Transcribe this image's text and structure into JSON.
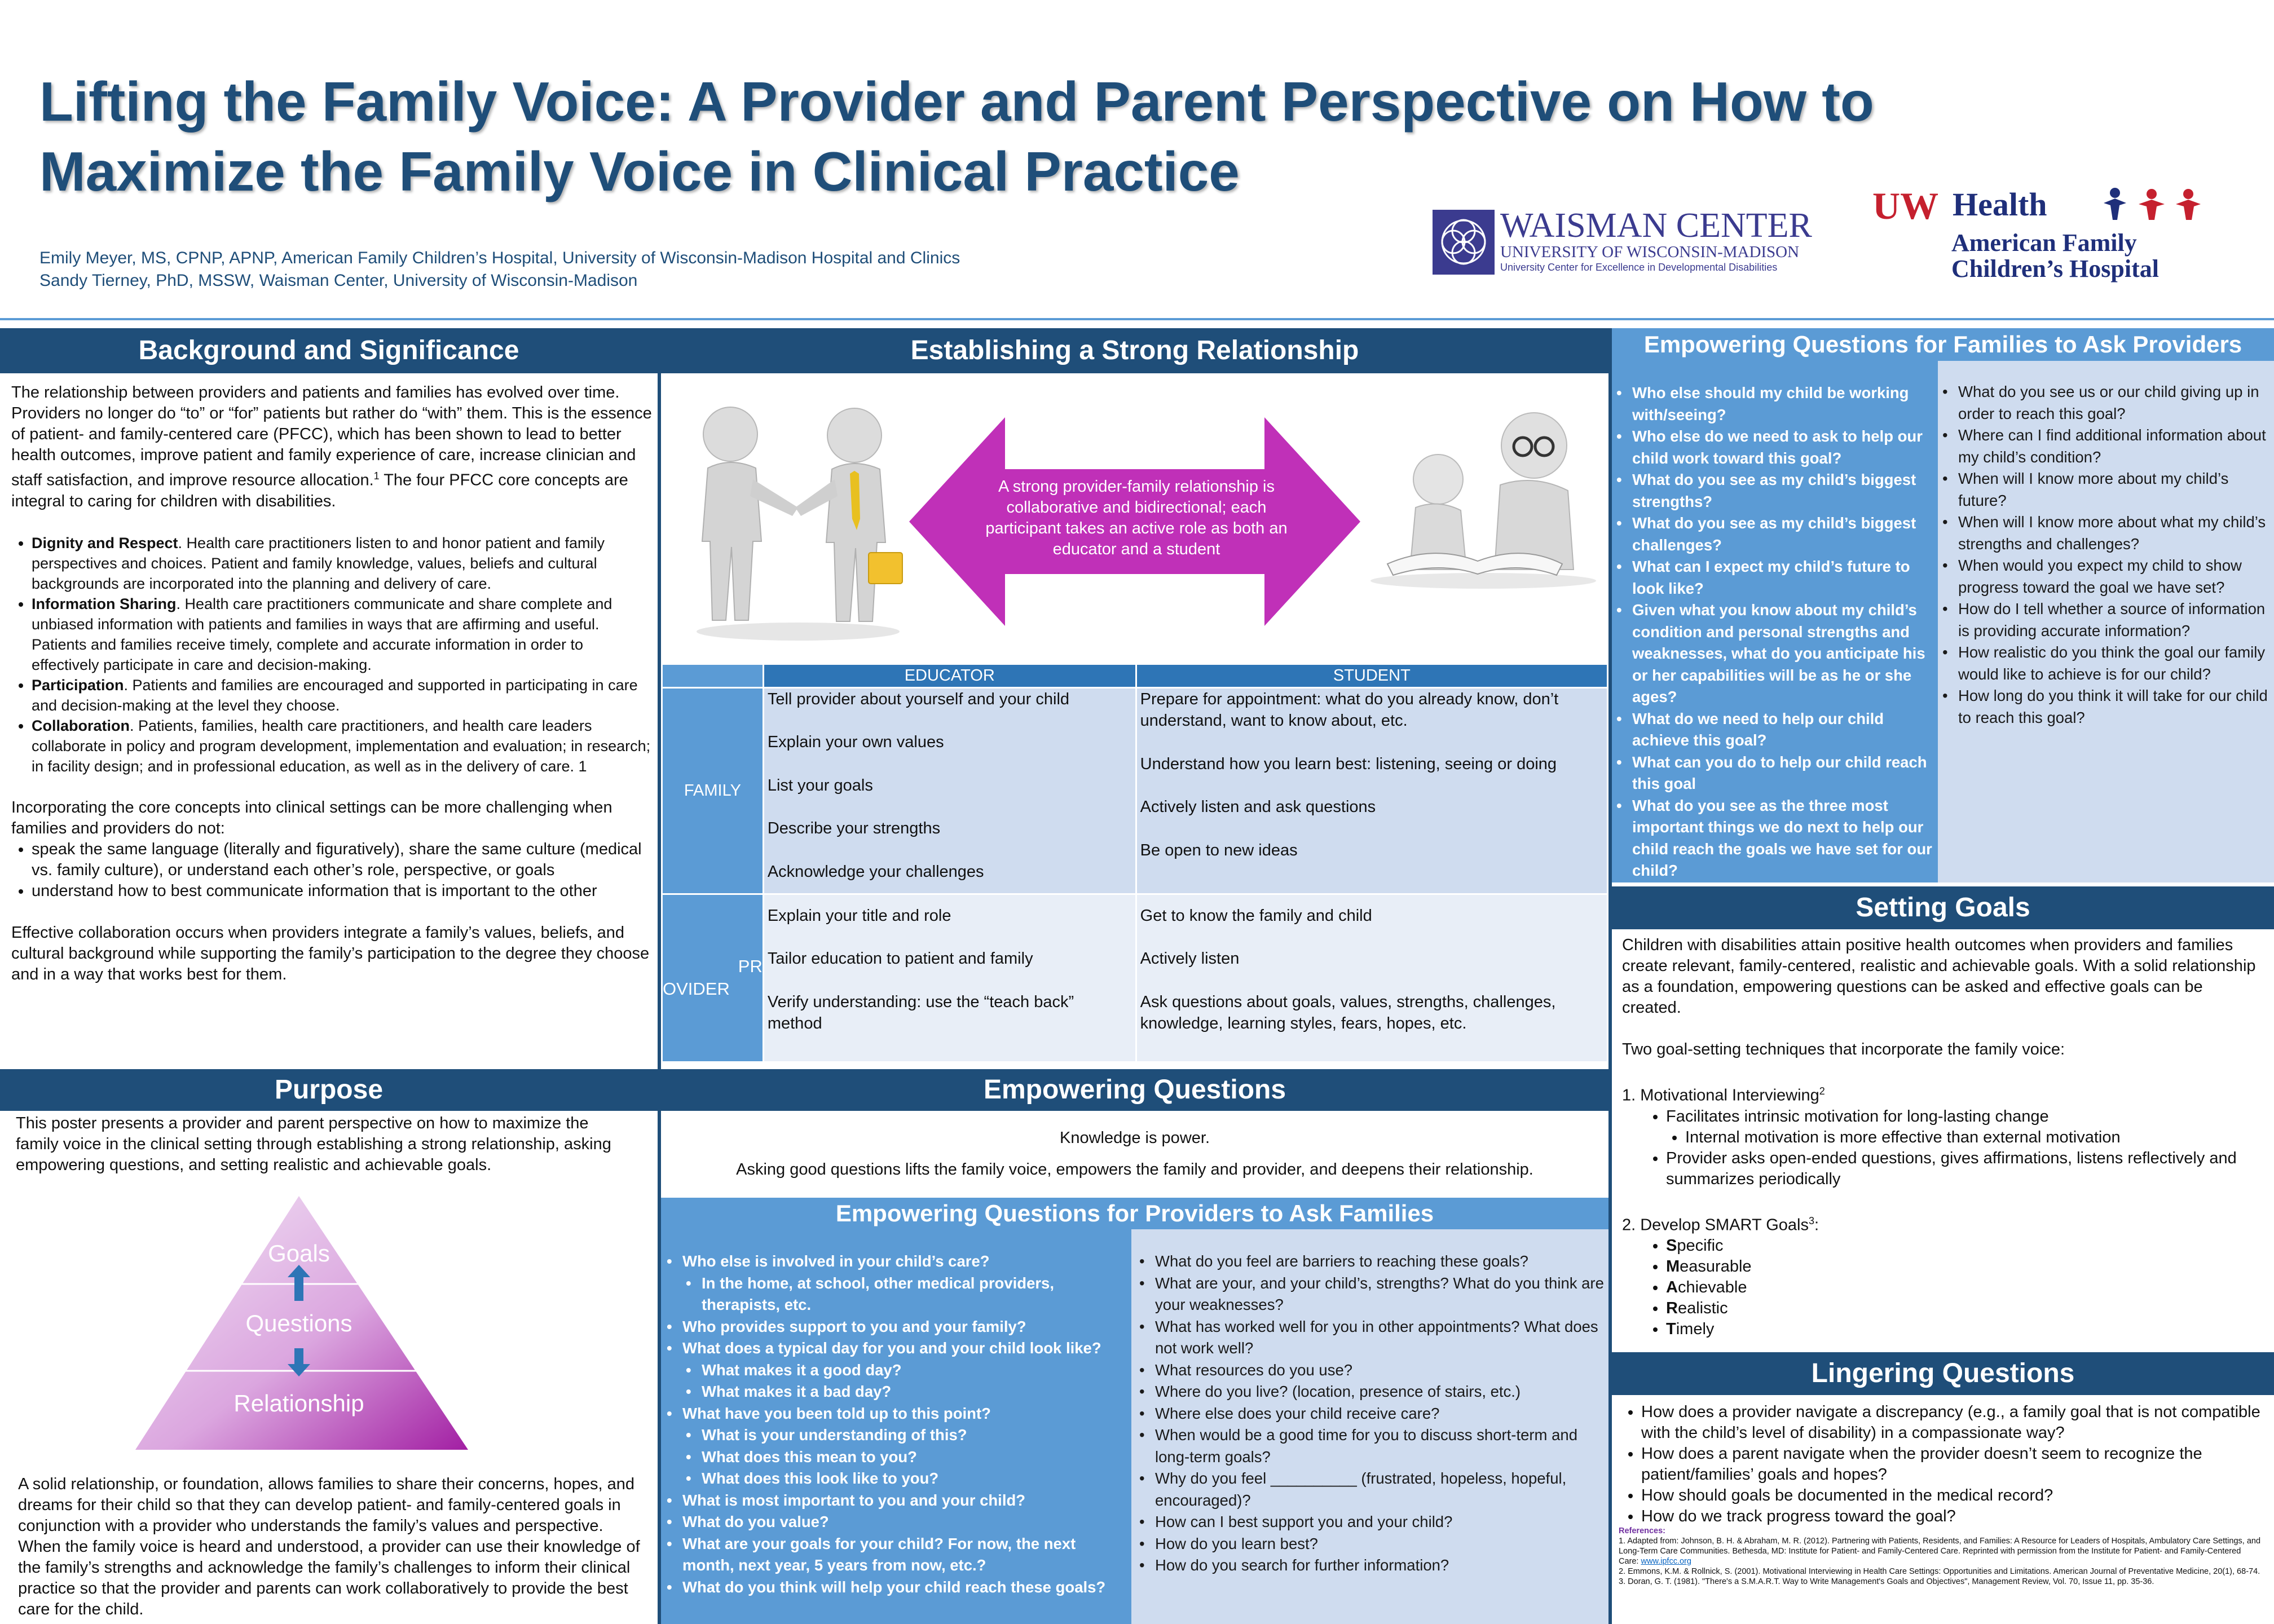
{
  "header": {
    "title_line1": "Lifting the Family Voice:  A Provider and Parent Perspective on How to",
    "title_line2": "Maximize the Family Voice in Clinical Practice",
    "author1": "Emily Meyer, MS, CPNP, APNP, American Family Children’s Hospital, University of Wisconsin-Madison Hospital and Clinics",
    "author2": "Sandy Tierney, PhD, MSSW, Waisman Center, University of Wisconsin-Madison"
  },
  "logos": {
    "waisman_main": "WAISMAN CENTER",
    "waisman_sub": "UNIVERSITY OF WISCONSIN-MADISON",
    "waisman_tag": "University Center for Excellence in Developmental Disabilities",
    "uw": "UW",
    "health": "Health",
    "afch1": "American Family",
    "afch2": "Children’s Hospital"
  },
  "background": {
    "heading": "Background and Significance",
    "intro": "The relationship between providers and patients and families has evolved over time. Providers no longer do “to” or “for” patients but rather do “with” them. This is the essence of patient- and family-centered care (PFCC), which has been shown to lead to better health outcomes, improve patient and family experience of care, increase clinician and staff satisfaction, and improve resource allocation.",
    "intro_sup": "1",
    "intro_end": " The four PFCC core concepts are integral to caring for children with disabilities.",
    "concepts": [
      {
        "term": "Dignity and Respect",
        "text": ". Health care practitioners listen to and honor patient and family perspectives and choices. Patient and family knowledge, values, beliefs and cultural backgrounds are incorporated into the planning and delivery of care."
      },
      {
        "term": "Information Sharing",
        "text": ". Health care practitioners communicate and share complete and unbiased information with patients and families in ways that are affirming and useful. Patients and families receive timely, complete and accurate information in order to effectively participate in care and decision-making."
      },
      {
        "term": "Participation",
        "text": ". Patients and families are encouraged and supported in participating in care and decision-making at the level they choose."
      },
      {
        "term": "Collaboration",
        "text": ". Patients, families, health care practitioners, and health care leaders collaborate in policy and program development, implementation and evaluation; in research; in facility design; and in professional education, as well as in the delivery of care. 1"
      }
    ],
    "challenge": "Incorporating the core concepts into clinical settings can be more challenging when families and providers do not:",
    "challenges": [
      "speak the same language (literally and figuratively), share the same culture (medical vs. family culture), or understand each other’s role, perspective, or goals",
      "understand how to best communicate information that is important to the other"
    ],
    "closing": "Effective collaboration occurs when providers integrate a family’s values, beliefs, and cultural background while supporting the family’s participation to the degree they choose and in a way that works best for them."
  },
  "purpose": {
    "heading": "Purpose",
    "text": "This poster presents a provider and parent perspective on how to maximize the family voice in the clinical setting through establishing a strong relationship, asking empowering questions, and setting realistic and achievable goals.",
    "pyramid": [
      "Goals",
      "Questions",
      "Relationship"
    ],
    "text2": "A solid relationship, or foundation, allows families to share their concerns, hopes, and dreams for their child so that they can develop patient- and family-centered goals in conjunction with a provider who understands the family’s values and perspective. When the family voice is heard and understood, a provider can use their knowledge of the family’s strengths and acknowledge the family’s challenges to inform their clinical practice so that the provider and parents can work collaboratively to provide the best care for the child."
  },
  "relationship": {
    "heading": "Establishing a  Strong Relationship",
    "arrow": "A strong provider-family relationship is collaborative and bidirectional; each participant takes an active role as both an educator and a student",
    "col_educator": "EDUCATOR",
    "col_student": "STUDENT",
    "row_family": "FAMILY",
    "row_provider_a": "PR",
    "row_provider_b": "OVIDER",
    "family_educator": [
      "Tell provider about yourself and your child",
      "Explain your own values",
      "List your goals",
      "Describe your strengths",
      "Acknowledge your challenges"
    ],
    "family_student": [
      "Prepare for appointment: what do you already know, don’t understand, want to know about, etc.",
      "Understand how you learn best: listening, seeing or doing",
      "Actively listen and ask questions",
      "Be open to new ideas"
    ],
    "provider_educator": [
      "Explain your title and role",
      "Tailor education to patient and family",
      "Verify understanding: use the “teach back” method"
    ],
    "provider_student": [
      "Get to know the family and child",
      "Actively listen",
      "Ask questions about goals, values, strengths, challenges, knowledge, learning styles, fears, hopes, etc."
    ]
  },
  "empowering": {
    "heading": "Empowering Questions",
    "line1": "Knowledge is power.",
    "line2": "Asking good questions lifts the family voice, empowers the family and provider, and deepens their relationship.",
    "prov_heading": "Empowering Questions for Providers to Ask Families",
    "prov_left": [
      {
        "t": "Who else is involved in your child’s care?",
        "s": 0
      },
      {
        "t": "In the home, at school, other medical providers, therapists, etc.",
        "s": 1
      },
      {
        "t": "Who provides support to you and your family?",
        "s": 0
      },
      {
        "t": "What does a typical day for you and your child look like?",
        "s": 0
      },
      {
        "t": "What makes it a good day?",
        "s": 1
      },
      {
        "t": "What makes it a bad day?",
        "s": 1
      },
      {
        "t": "What have you been told up to this point?",
        "s": 0
      },
      {
        "t": "What is your understanding of this?",
        "s": 1
      },
      {
        "t": "What does this mean to you?",
        "s": 1
      },
      {
        "t": "What does this look like to you?",
        "s": 1
      },
      {
        "t": "What is most important to you and your child?",
        "s": 0
      },
      {
        "t": "What do you value?",
        "s": 0
      },
      {
        "t": "What are your goals for your child?  For now, the next month, next year, 5 years from now, etc.?",
        "s": 0
      },
      {
        "t": "What do you think will help your child reach these goals?",
        "s": 0
      }
    ],
    "prov_right": [
      "What do you feel are barriers to reaching these goals?",
      "What are your, and your child’s, strengths?  What do you think are your weaknesses?",
      "What has worked well for you in other appointments?  What does not work well?",
      "What resources do you use?",
      "Where do you live? (location, presence of stairs, etc.)",
      "Where else does your child receive care?",
      "When would be a good time for you to discuss short-term and long-term goals?",
      "Why do you feel __________ (frustrated, hopeless, hopeful, encouraged)?",
      "How can I best support you and your child?",
      "How do you learn best?",
      "How do you search for further information?"
    ]
  },
  "families": {
    "heading": "Empowering Questions for Families to Ask Providers",
    "left": [
      "Who else should my child be working with/seeing?",
      "Who else do we need to ask to help our child work toward this goal?",
      "What do you see as my child’s biggest strengths?",
      "What do you see as my child’s biggest challenges?",
      "What can I expect my child’s future to look like?",
      "Given what you know about my child’s condition and personal strengths and weaknesses, what do you anticipate his or her capabilities will be as he or she ages?",
      "What do we need to help our child achieve this goal?",
      "What can you do to help our child reach this goal",
      "What do you see as the three most important things we do next to help our child reach the goals we have set for our child?"
    ],
    "right": [
      "What do you see us or our child giving up in order to reach this goal?",
      "Where can I find additional information about my child’s condition?",
      "When will I know more about my child’s future?",
      "When will I know more about what my child’s strengths and challenges?",
      "When would you expect my child to show progress toward the goal we have set?",
      "How do I tell whether a source of information is providing accurate information?",
      "How realistic do you think the goal our family would like to achieve is for our child?",
      "How long do you think it will take for our child to reach this goal?"
    ]
  },
  "goals": {
    "heading": "Setting Goals",
    "intro": "Children with disabilities attain positive health outcomes when providers and families create relevant, family-centered, realistic and achievable goals. With a solid relationship as a foundation, empowering questions can be asked and effective goals can be created.",
    "two": "Two goal-setting techniques that incorporate the family voice:",
    "mi": "1. Motivational Interviewing",
    "mi_sup": "2",
    "mi_a": "Facilitates intrinsic motivation for long-lasting change",
    "mi_a1": "Internal motivation is more effective than external motivation",
    "mi_b": "Provider asks open-ended questions, gives affirmations, listens reflectively and summarizes periodically",
    "smart": "2. Develop SMART Goals",
    "smart_sup": "3",
    "smart_colon": ":",
    "smart_items": [
      [
        "S",
        "pecific"
      ],
      [
        "M",
        "easurable"
      ],
      [
        "A",
        "chievable"
      ],
      [
        "R",
        "ealistic"
      ],
      [
        "T",
        "imely"
      ]
    ]
  },
  "lingering": {
    "heading": "Lingering Questions",
    "items": [
      "How does a provider navigate a discrepancy (e.g., a family goal that is not compatible with the child’s level of disability) in a compassionate way?",
      "How does a parent navigate when the provider doesn’t seem to recognize the patient/families’ goals and hopes?",
      "How should goals be documented in the medical record?",
      "How do we track progress toward the goal?"
    ]
  },
  "references": {
    "heading": "References:",
    "r1": "1.  Adapted from: Johnson, B. H. & Abraham, M. R. (2012). Partnering with Patients, Residents, and Families: A Resource for Leaders of Hospitals, Ambulatory Care Settings, and Long-Term Care Communities. Bethesda, MD: Institute for Patient- and Family-Centered Care. Reprinted with permission from the Institute for Patient- and Family-Centered Care: ",
    "r1_link": "www.ipfcc.org",
    "r2": "2.  Emmons, K.M. & Rollnick, S. (2001). Motivational Interviewing in Health Care Settings: Opportunities and Limitations. American Journal of Preventative Medicine, 20(1), 68-74.",
    "r3": "3.  Doran, G. T. (1981). \"There's a S.M.A.R.T. Way to Write Management's Goals and Objectives\", Management Review, Vol. 70, Issue 11, pp. 35-36."
  },
  "colors": {
    "navy": "#1f4e79",
    "light_blue": "#5b9bd5",
    "magenta": "#c030b8",
    "pale": "#cfdcef"
  }
}
